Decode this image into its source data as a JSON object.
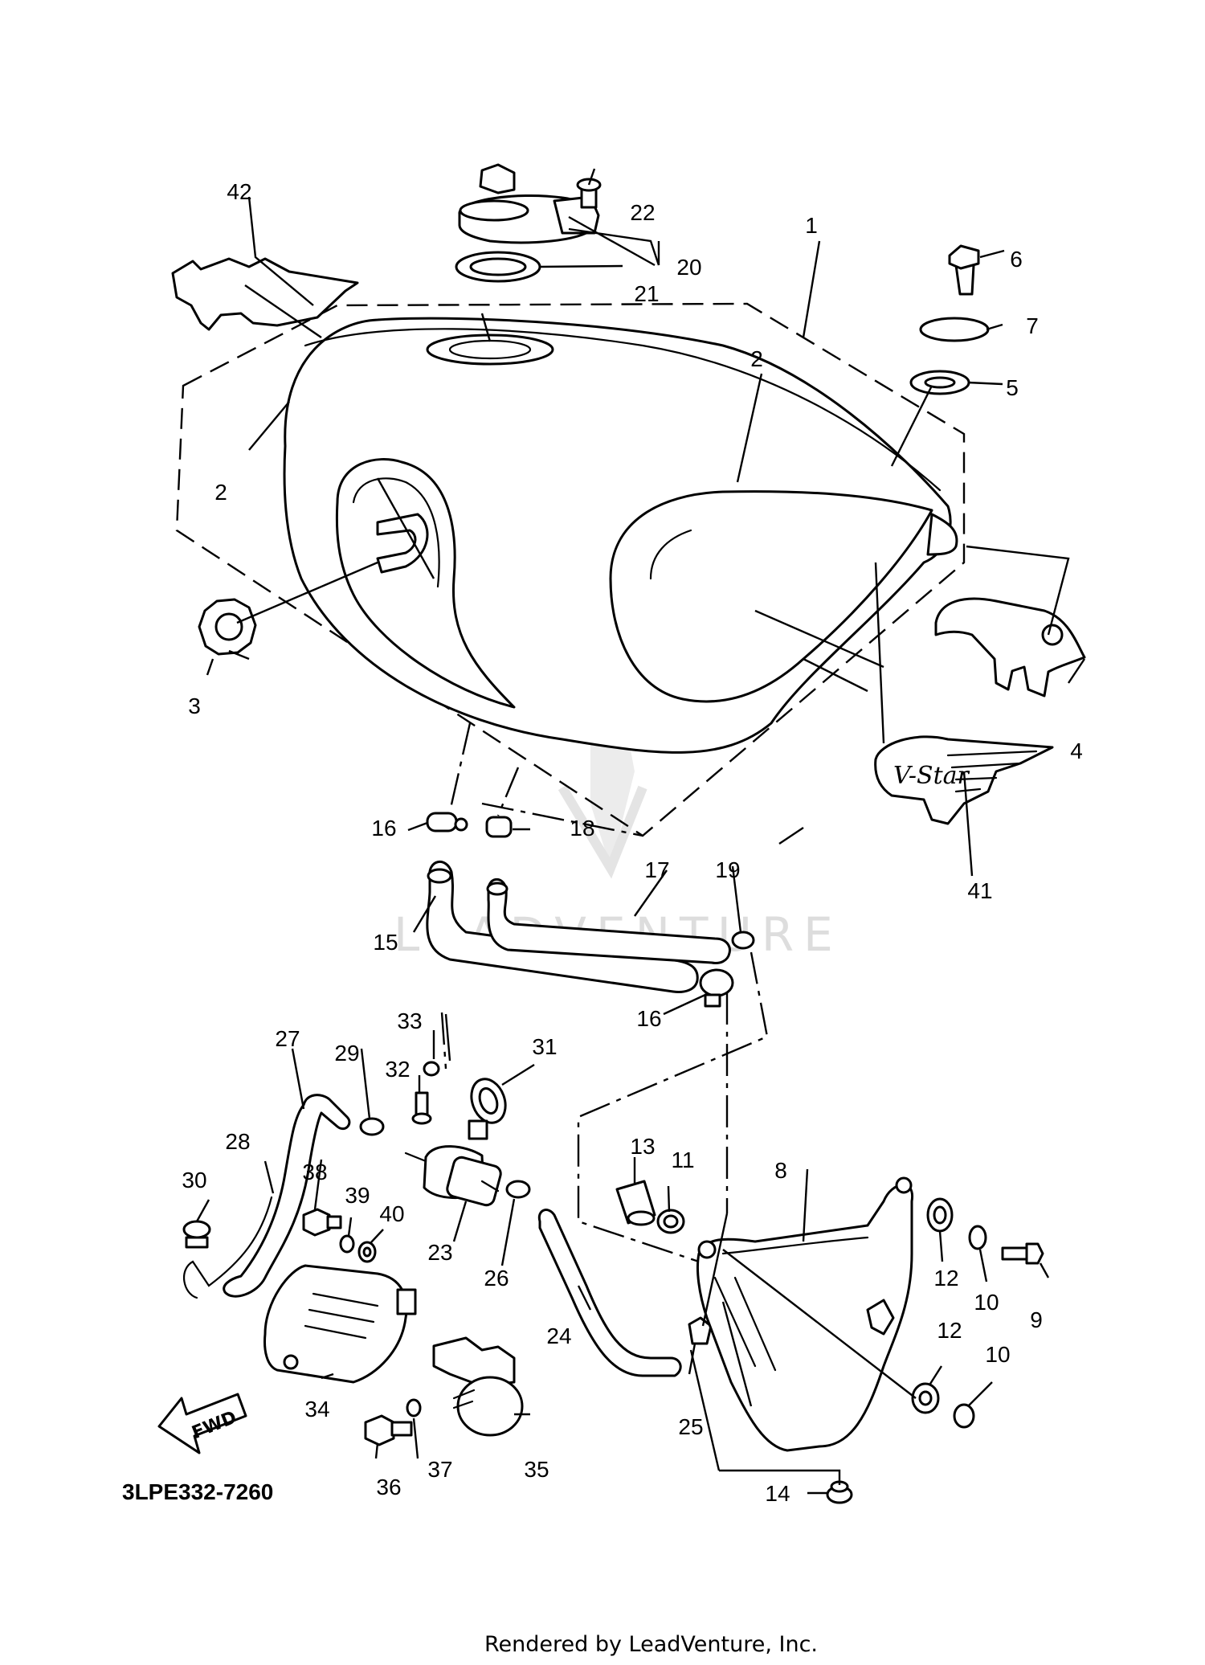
{
  "diagram": {
    "drawing_code": "3LPE332-7260",
    "fwd_label": "FWD",
    "footer": "Rendered by LeadVenture, Inc.",
    "watermark": "LEADVENTURE",
    "emblem_text": "V-Star",
    "callouts": [
      {
        "id": "c1",
        "label": "1"
      },
      {
        "id": "c2a",
        "label": "2"
      },
      {
        "id": "c2b",
        "label": "2"
      },
      {
        "id": "c3",
        "label": "3"
      },
      {
        "id": "c4",
        "label": "4"
      },
      {
        "id": "c5",
        "label": "5"
      },
      {
        "id": "c6",
        "label": "6"
      },
      {
        "id": "c7",
        "label": "7"
      },
      {
        "id": "c8",
        "label": "8"
      },
      {
        "id": "c9",
        "label": "9"
      },
      {
        "id": "c10a",
        "label": "10"
      },
      {
        "id": "c10b",
        "label": "10"
      },
      {
        "id": "c11",
        "label": "11"
      },
      {
        "id": "c12a",
        "label": "12"
      },
      {
        "id": "c12b",
        "label": "12"
      },
      {
        "id": "c13",
        "label": "13"
      },
      {
        "id": "c14",
        "label": "14"
      },
      {
        "id": "c15",
        "label": "15"
      },
      {
        "id": "c16a",
        "label": "16"
      },
      {
        "id": "c16b",
        "label": "16"
      },
      {
        "id": "c17",
        "label": "17"
      },
      {
        "id": "c18",
        "label": "18"
      },
      {
        "id": "c19",
        "label": "19"
      },
      {
        "id": "c20",
        "label": "20"
      },
      {
        "id": "c21",
        "label": "21"
      },
      {
        "id": "c22",
        "label": "22"
      },
      {
        "id": "c23",
        "label": "23"
      },
      {
        "id": "c24",
        "label": "24"
      },
      {
        "id": "c25",
        "label": "25"
      },
      {
        "id": "c26",
        "label": "26"
      },
      {
        "id": "c27",
        "label": "27"
      },
      {
        "id": "c28",
        "label": "28"
      },
      {
        "id": "c29",
        "label": "29"
      },
      {
        "id": "c30",
        "label": "30"
      },
      {
        "id": "c31",
        "label": "31"
      },
      {
        "id": "c32",
        "label": "32"
      },
      {
        "id": "c33",
        "label": "33"
      },
      {
        "id": "c34",
        "label": "34"
      },
      {
        "id": "c35",
        "label": "35"
      },
      {
        "id": "c36",
        "label": "36"
      },
      {
        "id": "c37",
        "label": "37"
      },
      {
        "id": "c38",
        "label": "38"
      },
      {
        "id": "c39",
        "label": "39"
      },
      {
        "id": "c40",
        "label": "40"
      },
      {
        "id": "c41",
        "label": "41"
      },
      {
        "id": "c42",
        "label": "42"
      }
    ]
  }
}
